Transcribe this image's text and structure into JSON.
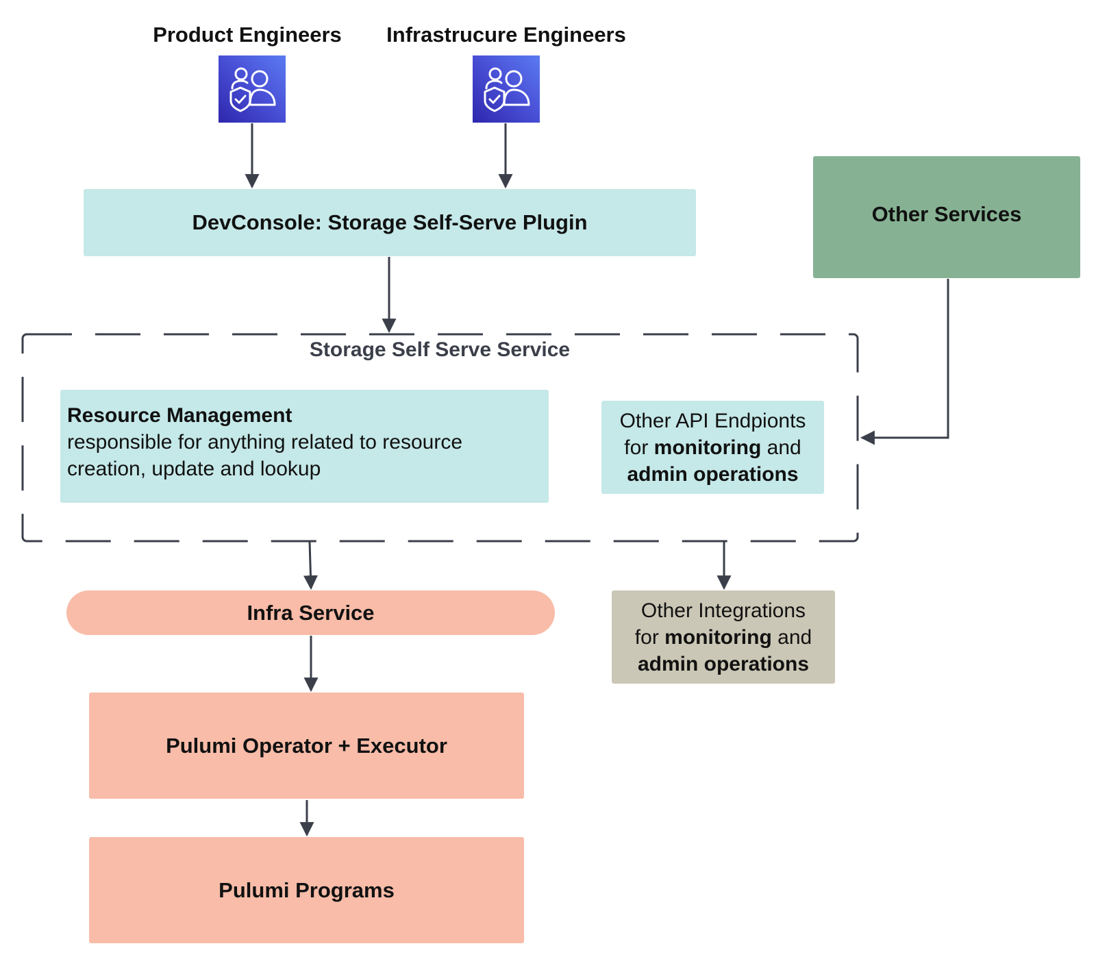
{
  "actors": {
    "product": {
      "label": "Product Engineers",
      "icon": "users-shield-icon"
    },
    "infra": {
      "label": "Infrastrucure Engineers",
      "icon": "users-shield-icon"
    }
  },
  "devconsole": {
    "label": "DevConsole: Storage Self-Serve Plugin"
  },
  "other_services": {
    "label": "Other Services"
  },
  "storage_service": {
    "title": "Storage Self Serve Service",
    "resource_management": {
      "title": "Resource Management",
      "line1": "responsible for anything related to resource",
      "line2": "creation, update and lookup"
    },
    "other_api": {
      "line1": "Other API Endpionts",
      "line2_pre": "for ",
      "line2_bold": "monitoring",
      "line2_post": " and",
      "line3": "admin operations"
    }
  },
  "infra_service": {
    "label": "Infra Service"
  },
  "other_integrations": {
    "line1": "Other Integrations",
    "line2_pre": "for ",
    "line2_bold": "monitoring",
    "line2_post": " and",
    "line3": "admin operations"
  },
  "pulumi_operator": {
    "label": "Pulumi Operator + Executor"
  },
  "pulumi_programs": {
    "label": "Pulumi Programs"
  },
  "colors": {
    "actor_icon": "#3b3fcf",
    "teal": "#c5e8e8",
    "green": "#86b293",
    "salmon": "#f8bca8",
    "gray": "#cbc7b6",
    "connector": "#3b3f4a"
  }
}
